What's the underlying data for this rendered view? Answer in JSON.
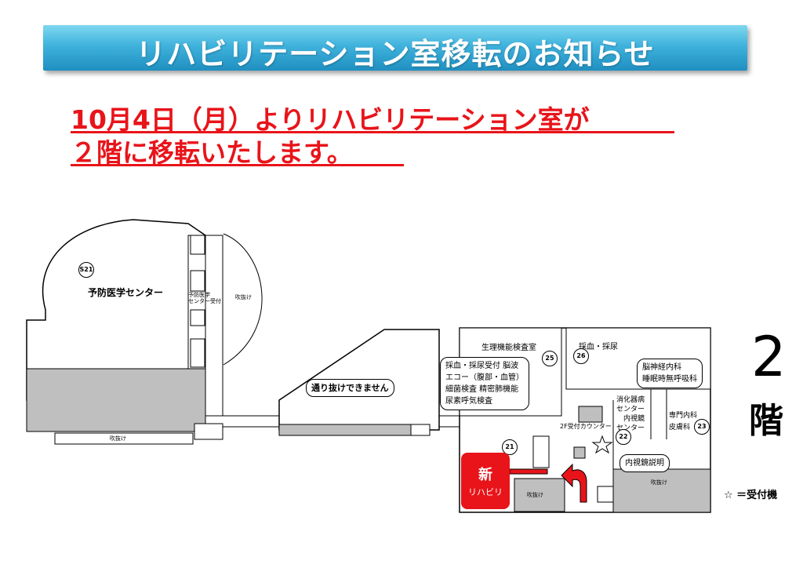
{
  "header": {
    "title": "リハビリテーション室移転のお知らせ",
    "notice_line1": "10月4日（月）よりリハビリテーション室が",
    "notice_line2": "２階に移転いたします。"
  },
  "floor": {
    "number": "2",
    "kai": "階",
    "legend": "☆ ＝受付機"
  },
  "map": {
    "preventive_center": "予防医学センター",
    "preventive_reception": "予防医学\nセンター受付",
    "atrium": "吹抜け",
    "no_pass": "通り抜けできません",
    "physiology_room": "生理機能検査室",
    "physiology_list": [
      "採血・採尿受付  脳波",
      "エコー（腹部・血管）",
      "細菌検査  精密肺機能",
      "尿素呼気検査"
    ],
    "blood_collection": "採血・採尿",
    "neuro_bubble": [
      "脳神経内科",
      "睡眠時無呼吸科"
    ],
    "digestive_center": "消化器病\nセンター",
    "endoscope_center": "内視鏡\nセンター",
    "reception_counter": "2F受付カウンター",
    "specialist": "専門内科",
    "dermatology": "皮膚科",
    "endoscope_explain": "内視鏡説明",
    "new_rehab_1": "新",
    "new_rehab_2": "リハビリ",
    "room_s21": "S21",
    "room_21": "21",
    "room_22": "22",
    "room_23": "23",
    "room_25": "25",
    "room_26": "26"
  },
  "colors": {
    "banner": "#3fb2dc",
    "notice_red": "#e8141a",
    "wall_gray": "#bfbfbf"
  }
}
